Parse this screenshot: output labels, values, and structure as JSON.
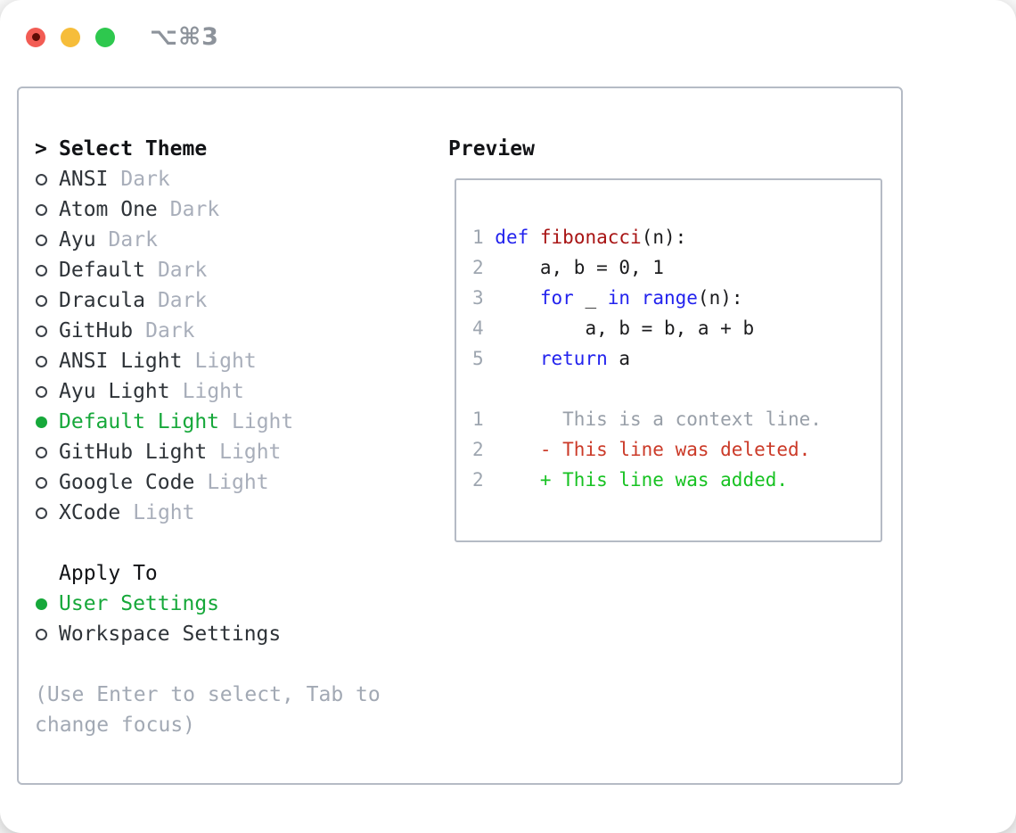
{
  "window": {
    "shortcut_label": "⌥⌘3"
  },
  "colors": {
    "traffic_red": "#f25c54",
    "traffic_red_dot": "#5f0d06",
    "traffic_yellow": "#f6bd3a",
    "traffic_green": "#2ec84e",
    "accent_green": "#16a83a",
    "keyword_blue": "#2323ee",
    "function_red": "#a81414",
    "diff_deleted_red": "#cb3a28",
    "diff_added_green": "#17c222",
    "variant_badge_gray": "#a8aeba",
    "panel_border_gray": "#b5bbc5",
    "line_number_gray": "#9ea6b0"
  },
  "theme_panel": {
    "cursor": ">",
    "header": "Select Theme",
    "themes": [
      {
        "name": "ANSI",
        "variant": "Dark",
        "selected": false
      },
      {
        "name": "Atom One",
        "variant": "Dark",
        "selected": false
      },
      {
        "name": "Ayu",
        "variant": "Dark",
        "selected": false
      },
      {
        "name": "Default",
        "variant": "Dark",
        "selected": false
      },
      {
        "name": "Dracula",
        "variant": "Dark",
        "selected": false
      },
      {
        "name": "GitHub",
        "variant": "Dark",
        "selected": false
      },
      {
        "name": "ANSI Light",
        "variant": "Light",
        "selected": false
      },
      {
        "name": "Ayu Light",
        "variant": "Light",
        "selected": false
      },
      {
        "name": "Default Light",
        "variant": "Light",
        "selected": true
      },
      {
        "name": "GitHub Light",
        "variant": "Light",
        "selected": false
      },
      {
        "name": "Google Code",
        "variant": "Light",
        "selected": false
      },
      {
        "name": "XCode",
        "variant": "Light",
        "selected": false
      }
    ],
    "apply_to": {
      "label": "Apply To",
      "options": [
        {
          "name": "User Settings",
          "selected": true
        },
        {
          "name": "Workspace Settings",
          "selected": false
        }
      ]
    },
    "help_lines": [
      "(Use Enter to select, Tab to",
      "change focus)"
    ]
  },
  "preview": {
    "title": "Preview",
    "code_lines": [
      [
        {
          "t": "1 ",
          "c": "num"
        },
        {
          "t": "def",
          "c": "kw"
        },
        {
          "t": " ",
          "c": "plain"
        },
        {
          "t": "fibonacci",
          "c": "fn"
        },
        {
          "t": "(n):",
          "c": "plain"
        }
      ],
      [
        {
          "t": "2",
          "c": "num"
        },
        {
          "t": "     a, b = 0, 1",
          "c": "plain"
        }
      ],
      [
        {
          "t": "3",
          "c": "num"
        },
        {
          "t": "     ",
          "c": "plain"
        },
        {
          "t": "for",
          "c": "kw"
        },
        {
          "t": " _ ",
          "c": "plain"
        },
        {
          "t": "in",
          "c": "kw"
        },
        {
          "t": " ",
          "c": "plain"
        },
        {
          "t": "range",
          "c": "kw"
        },
        {
          "t": "(n):",
          "c": "plain"
        }
      ],
      [
        {
          "t": "4",
          "c": "num"
        },
        {
          "t": "         a, b = b, a + b",
          "c": "plain"
        }
      ],
      [
        {
          "t": "5",
          "c": "num"
        },
        {
          "t": "     ",
          "c": "plain"
        },
        {
          "t": "return",
          "c": "kw"
        },
        {
          "t": " a",
          "c": "plain"
        }
      ],
      [],
      [
        {
          "t": "1",
          "c": "num"
        },
        {
          "t": "       This is a context line.",
          "c": "ctx"
        }
      ],
      [
        {
          "t": "2",
          "c": "num"
        },
        {
          "t": "     ",
          "c": "plain"
        },
        {
          "t": "- This line was deleted.",
          "c": "del"
        }
      ],
      [
        {
          "t": "2",
          "c": "num"
        },
        {
          "t": "     ",
          "c": "plain"
        },
        {
          "t": "+ This line was added.",
          "c": "add"
        }
      ]
    ]
  }
}
